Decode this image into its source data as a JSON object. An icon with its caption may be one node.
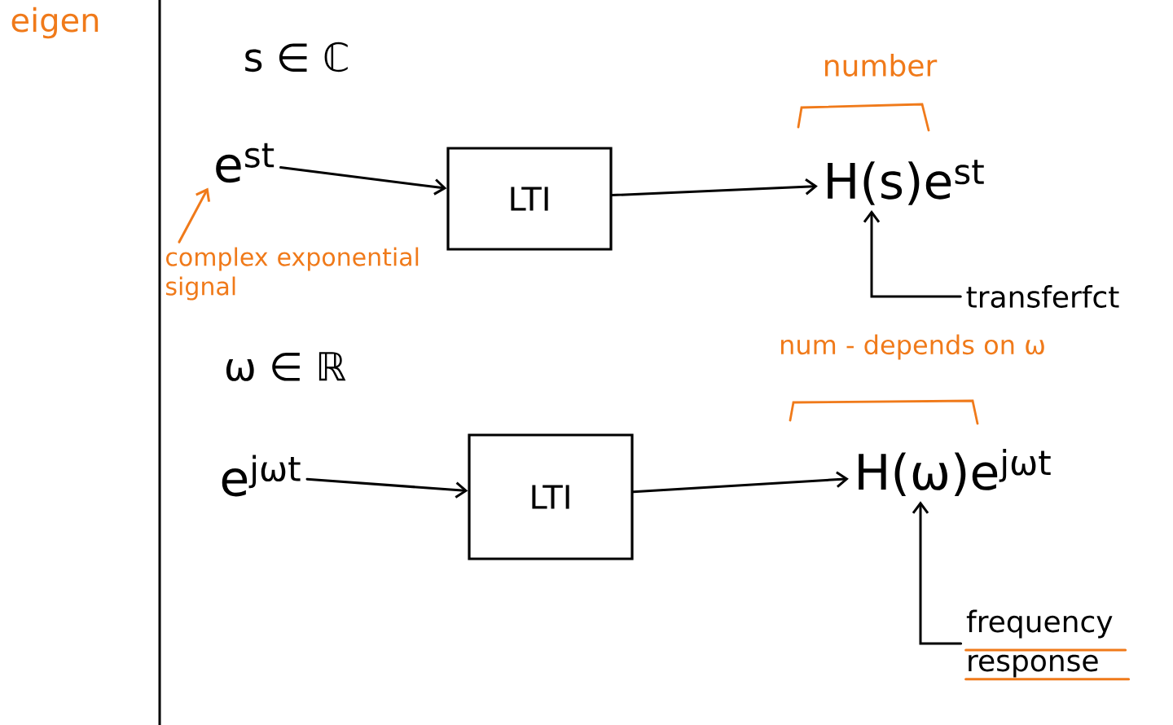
{
  "diagram": {
    "nodes": [
      {
        "text": [
          "e$^{st}$"
        ]
      },
      {
        "text": [
          "LTI"
        ]
      },
      {
        "text": [
          "H(s)e$^{st}$"
        ]
      },
      {
        "text": [
          "transferfct"
        ]
      },
      {
        "text": [
          "complex exponential signal"
        ]
      },
      {
        "text": [
          "e$^{jωt}$"
        ]
      },
      {
        "text": [
          "LTI"
        ]
      },
      {
        "text": [
          "H(ω)e$^{jωt}$"
        ]
      },
      {
        "text": [
          "frequency response"
        ]
      }
    ],
    "edges": [
      {
        "from": 0,
        "to": 1,
        "arrow": "to"
      },
      {
        "from": 1,
        "to": 2,
        "arrow": "to"
      },
      {
        "from": 3,
        "to": 2,
        "arrow": "to"
      },
      {
        "from": 4,
        "to": 0,
        "arrow": "to",
        "color": "#f07a1a"
      },
      {
        "from": 5,
        "to": 6,
        "arrow": "to"
      },
      {
        "from": 6,
        "to": 7,
        "arrow": "to"
      },
      {
        "from": 8,
        "to": 7,
        "arrow": "to"
      }
    ],
    "labels": [
      "eigen",
      "s ∈ ℂ",
      "number",
      "ω ∈ ℝ",
      "num - depends on ω"
    ]
  }
}
